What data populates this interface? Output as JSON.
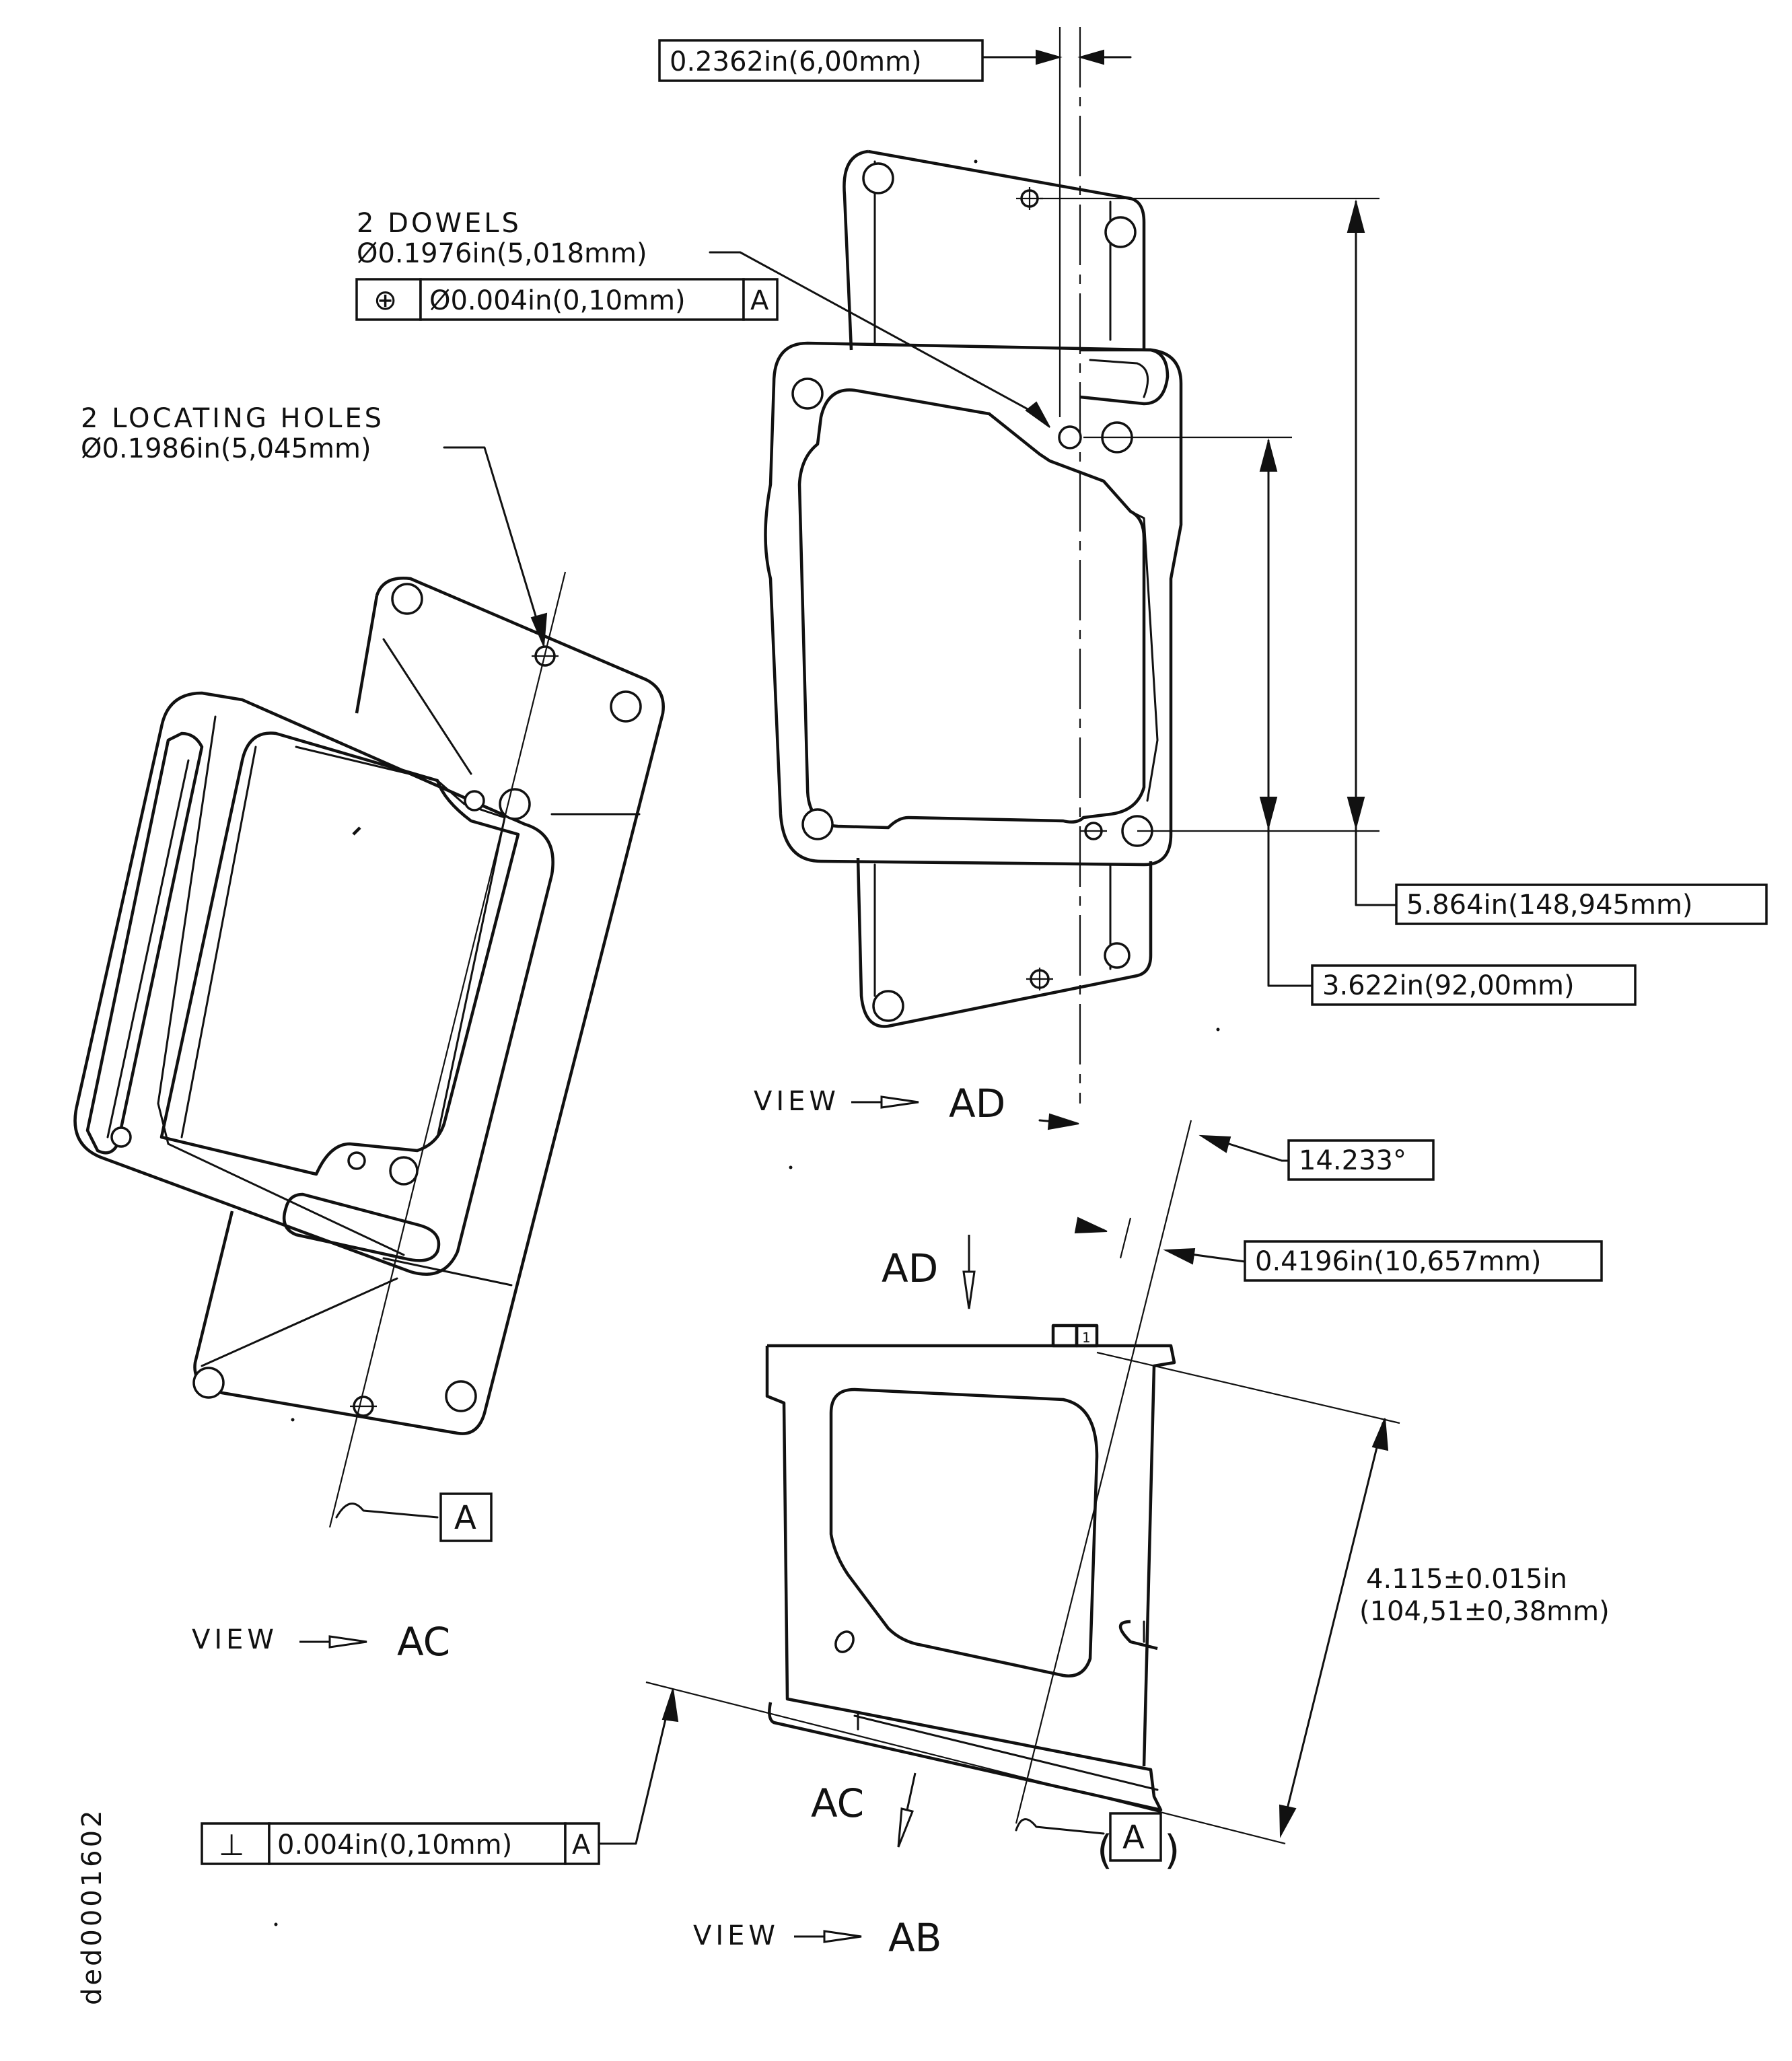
{
  "annotations": {
    "dim_top": "0.2362in(6,00mm)",
    "dowels_qty": "2 DOWELS",
    "dowels_dia": "Ø0.1976in(5,018mm)",
    "dowels_fcf_symbol": "⊕",
    "dowels_fcf_tol": "Ø0.004in(0,10mm)",
    "dowels_fcf_datum": "A",
    "holes_qty": "2 LOCATING HOLES",
    "holes_dia": "Ø0.1986in(5,045mm)",
    "dim_long": "5.864in(148,945mm)",
    "dim_short": "3.622in(92,00mm)",
    "angle": "14.233°",
    "dim_offset": "0.4196in(10,657mm)",
    "height_dim_line1": "4.115±0.015in",
    "height_dim_line2": "(104,51±0,38mm)",
    "perp_symbol": "⊥",
    "perp_tol": "0.004in(0,10mm)",
    "perp_datum": "A",
    "datum_a": "A",
    "datum_a_ref": "A",
    "datum_a_ref_left": "(",
    "datum_a_ref_right": ")"
  },
  "views": {
    "view_ad_prefix": "VIEW",
    "view_ad_name": "AD",
    "view_ac_prefix": "VIEW",
    "view_ac_name": "AC",
    "view_ab_prefix": "VIEW",
    "view_ab_name": "AB",
    "arrow_ad": "AD",
    "arrow_ac": "AC"
  },
  "document_id": "ded0001602"
}
